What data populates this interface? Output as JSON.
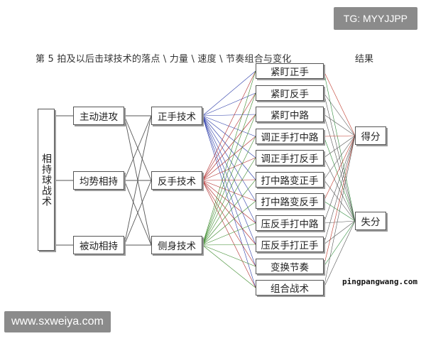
{
  "watermarks": {
    "tg": "TG: MYYJJPP",
    "bottom": "www.sxweiya.com",
    "pingpang": "pingpangwang.com"
  },
  "title": "第 5 拍及以后击球技术的落点 \\ 力量 \\ 速度 \\ 节奏组合与变化",
  "result_label": "结果",
  "root": "相持球战术",
  "phases": [
    "主动进攻",
    "均势相持",
    "被动相持"
  ],
  "techniques": [
    "正手技术",
    "反手技术",
    "侧身技术"
  ],
  "tactics": [
    "紧盯正手",
    "紧盯反手",
    "紧盯中路",
    "调正手打中路",
    "调正手打反手",
    "打中路变正手",
    "打中路变反手",
    "压反手打中路",
    "压反手打正手",
    "变换节奏",
    "组合战术"
  ],
  "outcomes": [
    "得分",
    "失分"
  ],
  "colors": {
    "line": "#555555",
    "forehand": "#2a3aa8",
    "backhand": "#b02828",
    "sidebody": "#3a8a2a",
    "score_red": "#c0392b",
    "score_green": "#2e8b3a",
    "watermark_bg": "#8b8b8b"
  }
}
